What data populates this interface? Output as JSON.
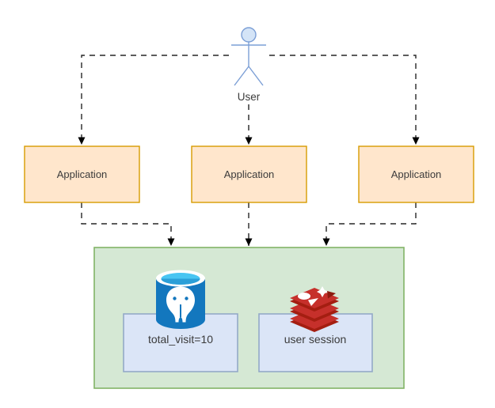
{
  "actor": {
    "label": "User"
  },
  "applications": [
    {
      "label": "Application"
    },
    {
      "label": "Application"
    },
    {
      "label": "Application"
    }
  ],
  "datastore": {
    "postgres_node": {
      "label": "total_visit=10",
      "icon": "postgresql-database-icon"
    },
    "redis_node": {
      "label": "user session",
      "icon": "redis-cache-icon"
    }
  },
  "colors": {
    "application_fill": "#FFE6CC",
    "application_stroke": "#D79B00",
    "container_fill": "#D5E8D4",
    "container_stroke": "#82B366",
    "datastore_box_fill": "#DBE5F7",
    "datastore_box_stroke": "#93A9C7",
    "actor_stroke": "#7C9FD6",
    "actor_head_fill": "#D4E4F7",
    "connector": "#262626",
    "postgres_blue": "#1377BE",
    "postgres_cyan": "#49C5F2",
    "redis_red": "#C6302B",
    "redis_dark_red": "#A41E11"
  }
}
